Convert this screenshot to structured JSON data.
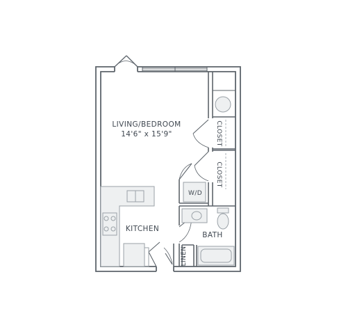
{
  "rooms": {
    "living_bedroom": {
      "name": "LIVING/BEDROOM",
      "dimensions": "14'6\" x 15'9\""
    },
    "kitchen": {
      "name": "KITCHEN"
    },
    "bath": {
      "name": "BATH"
    },
    "closet_1": {
      "name": "CLOSET"
    },
    "closet_2": {
      "name": "CLOSET"
    },
    "washer_dryer": {
      "name": "W/D"
    },
    "linen": {
      "name": "LINEN"
    }
  },
  "colors": {
    "wall": "#5d646b",
    "fixture": "#9aa1a7",
    "fixture_fill": "#eef0f1",
    "text": "#3f4750"
  }
}
